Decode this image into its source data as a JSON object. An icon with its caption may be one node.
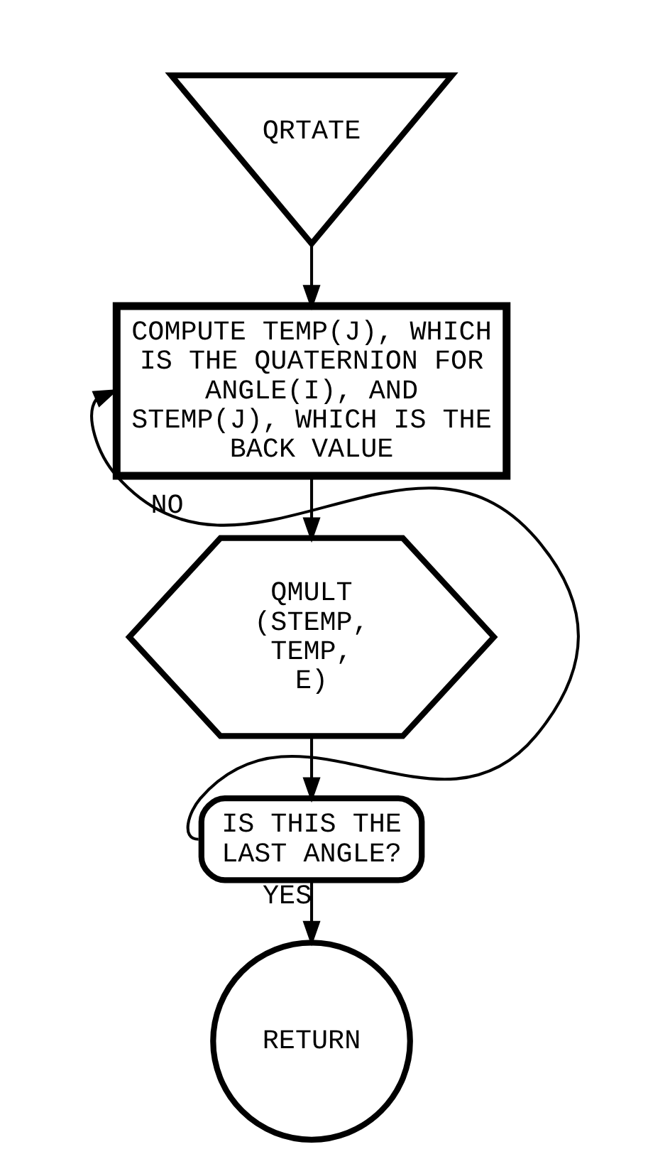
{
  "diagram": {
    "nodes": [
      {
        "text": [
          "QRTATE"
        ]
      },
      {
        "text": [
          "COMPUTE TEMP(J), WHICH IS THE QUATERNION FOR ANGLE(I), AND STEMP(J), WHICH IS THE BACK VALUE"
        ]
      },
      {
        "text": [
          "QMULT (STEMP, TEMP, E)"
        ]
      },
      {
        "text": [
          "IS THIS THE LAST ANGLE?"
        ]
      },
      {
        "text": [
          "RETURN"
        ]
      }
    ],
    "edges": [
      {
        "from": 0,
        "to": 1,
        "arrow": "to"
      },
      {
        "from": 1,
        "to": 2,
        "arrow": "to"
      },
      {
        "from": 2,
        "to": 3,
        "arrow": "to"
      },
      {
        "from": 3,
        "to": 1,
        "arrow": "to",
        "label": "NO"
      },
      {
        "from": 3,
        "to": 4,
        "arrow": "to",
        "label": "YES"
      }
    ]
  }
}
